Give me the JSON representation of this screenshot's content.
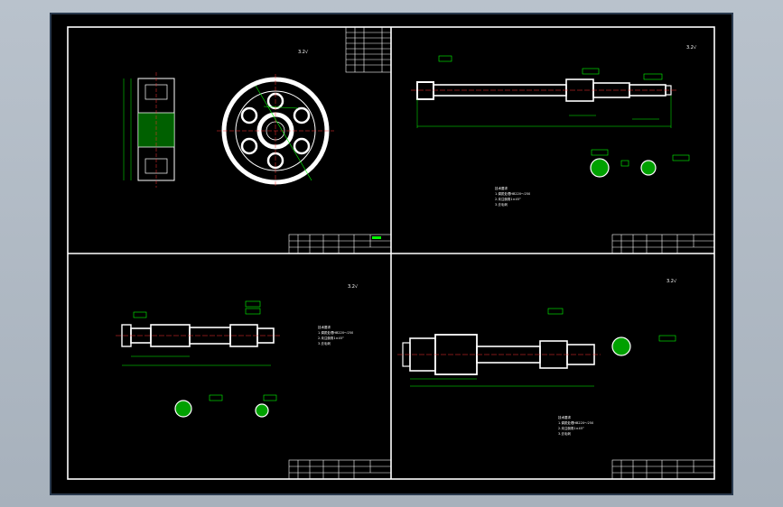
{
  "sheets": [
    {
      "id": "top-left",
      "roughness_label": "3.2√"
    },
    {
      "id": "top-right",
      "roughness_label": "3.2√",
      "notes": [
        "技术要求",
        "1.调质处理HB220～250",
        "2.未注倒角1×45°",
        "3.去毛刺"
      ]
    },
    {
      "id": "bottom-left",
      "roughness_label": "3.2√",
      "notes": [
        "技术要求",
        "1.调质处理HB220～250",
        "2.未注倒角1×45°",
        "3.去毛刺"
      ]
    },
    {
      "id": "bottom-right",
      "roughness_label": "3.2√",
      "notes": [
        "技术要求",
        "1.调质处理HB220～250",
        "2.未注倒角1×45°",
        "3.去毛刺"
      ]
    }
  ],
  "colors": {
    "paper": "#000000",
    "frame": "#ffffff",
    "part": "#ffffff",
    "dimension": "#00ff00",
    "centerline": "#ff3030",
    "hatch": "#00ff00",
    "bezel": "#2a3a4e"
  }
}
